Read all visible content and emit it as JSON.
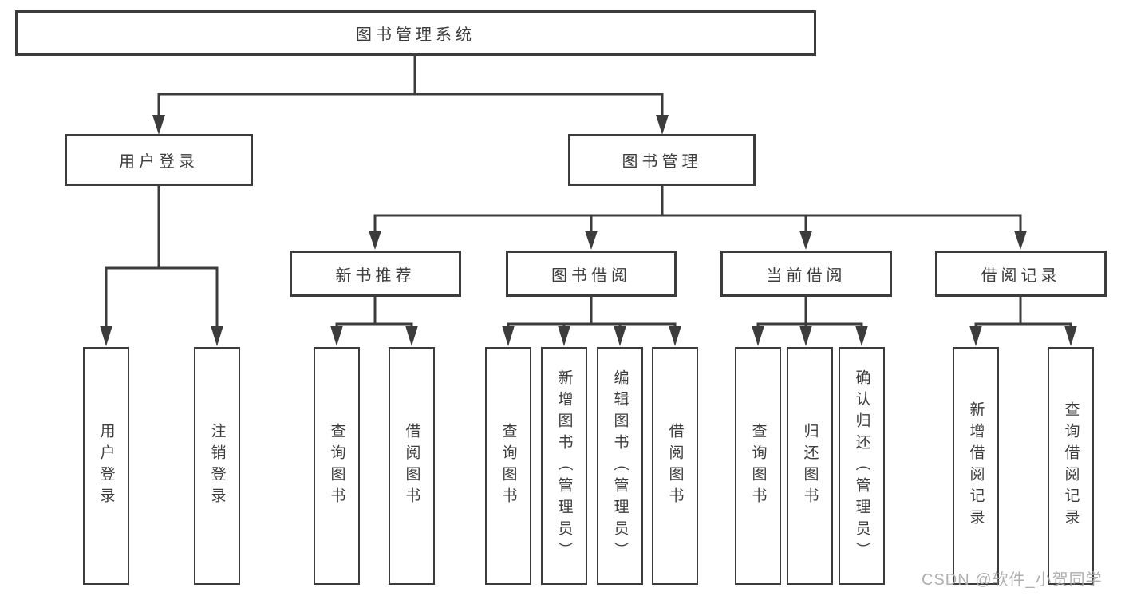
{
  "tree": {
    "label": "图书管理系统",
    "children": [
      {
        "label": "用户登录",
        "children": [
          {
            "label": "用户登录"
          },
          {
            "label": "注销登录"
          }
        ]
      },
      {
        "label": "图书管理",
        "children": [
          {
            "label": "新书推荐",
            "children": [
              {
                "label": "查询图书"
              },
              {
                "label": "借阅图书"
              }
            ]
          },
          {
            "label": "图书借阅",
            "children": [
              {
                "label": "查询图书"
              },
              {
                "label": "新增图书（管理员）"
              },
              {
                "label": "编辑图书（管理员）"
              },
              {
                "label": "借阅图书"
              }
            ]
          },
          {
            "label": "当前借阅",
            "children": [
              {
                "label": "查询图书"
              },
              {
                "label": "归还图书"
              },
              {
                "label": "确认归还（管理员）"
              }
            ]
          },
          {
            "label": "借阅记录",
            "children": [
              {
                "label": "新增借阅记录"
              },
              {
                "label": "查询借阅记录"
              }
            ]
          }
        ]
      }
    ]
  },
  "watermark": {
    "text": "CSDN @软件_小贺同学"
  },
  "colors": {
    "line": "#3c3c3c",
    "text": "#3d3d3d",
    "box_bg": "#ffffff",
    "box_border": "#3c3c3c",
    "background": "#ffffff",
    "watermark": "#a9a9a9"
  }
}
